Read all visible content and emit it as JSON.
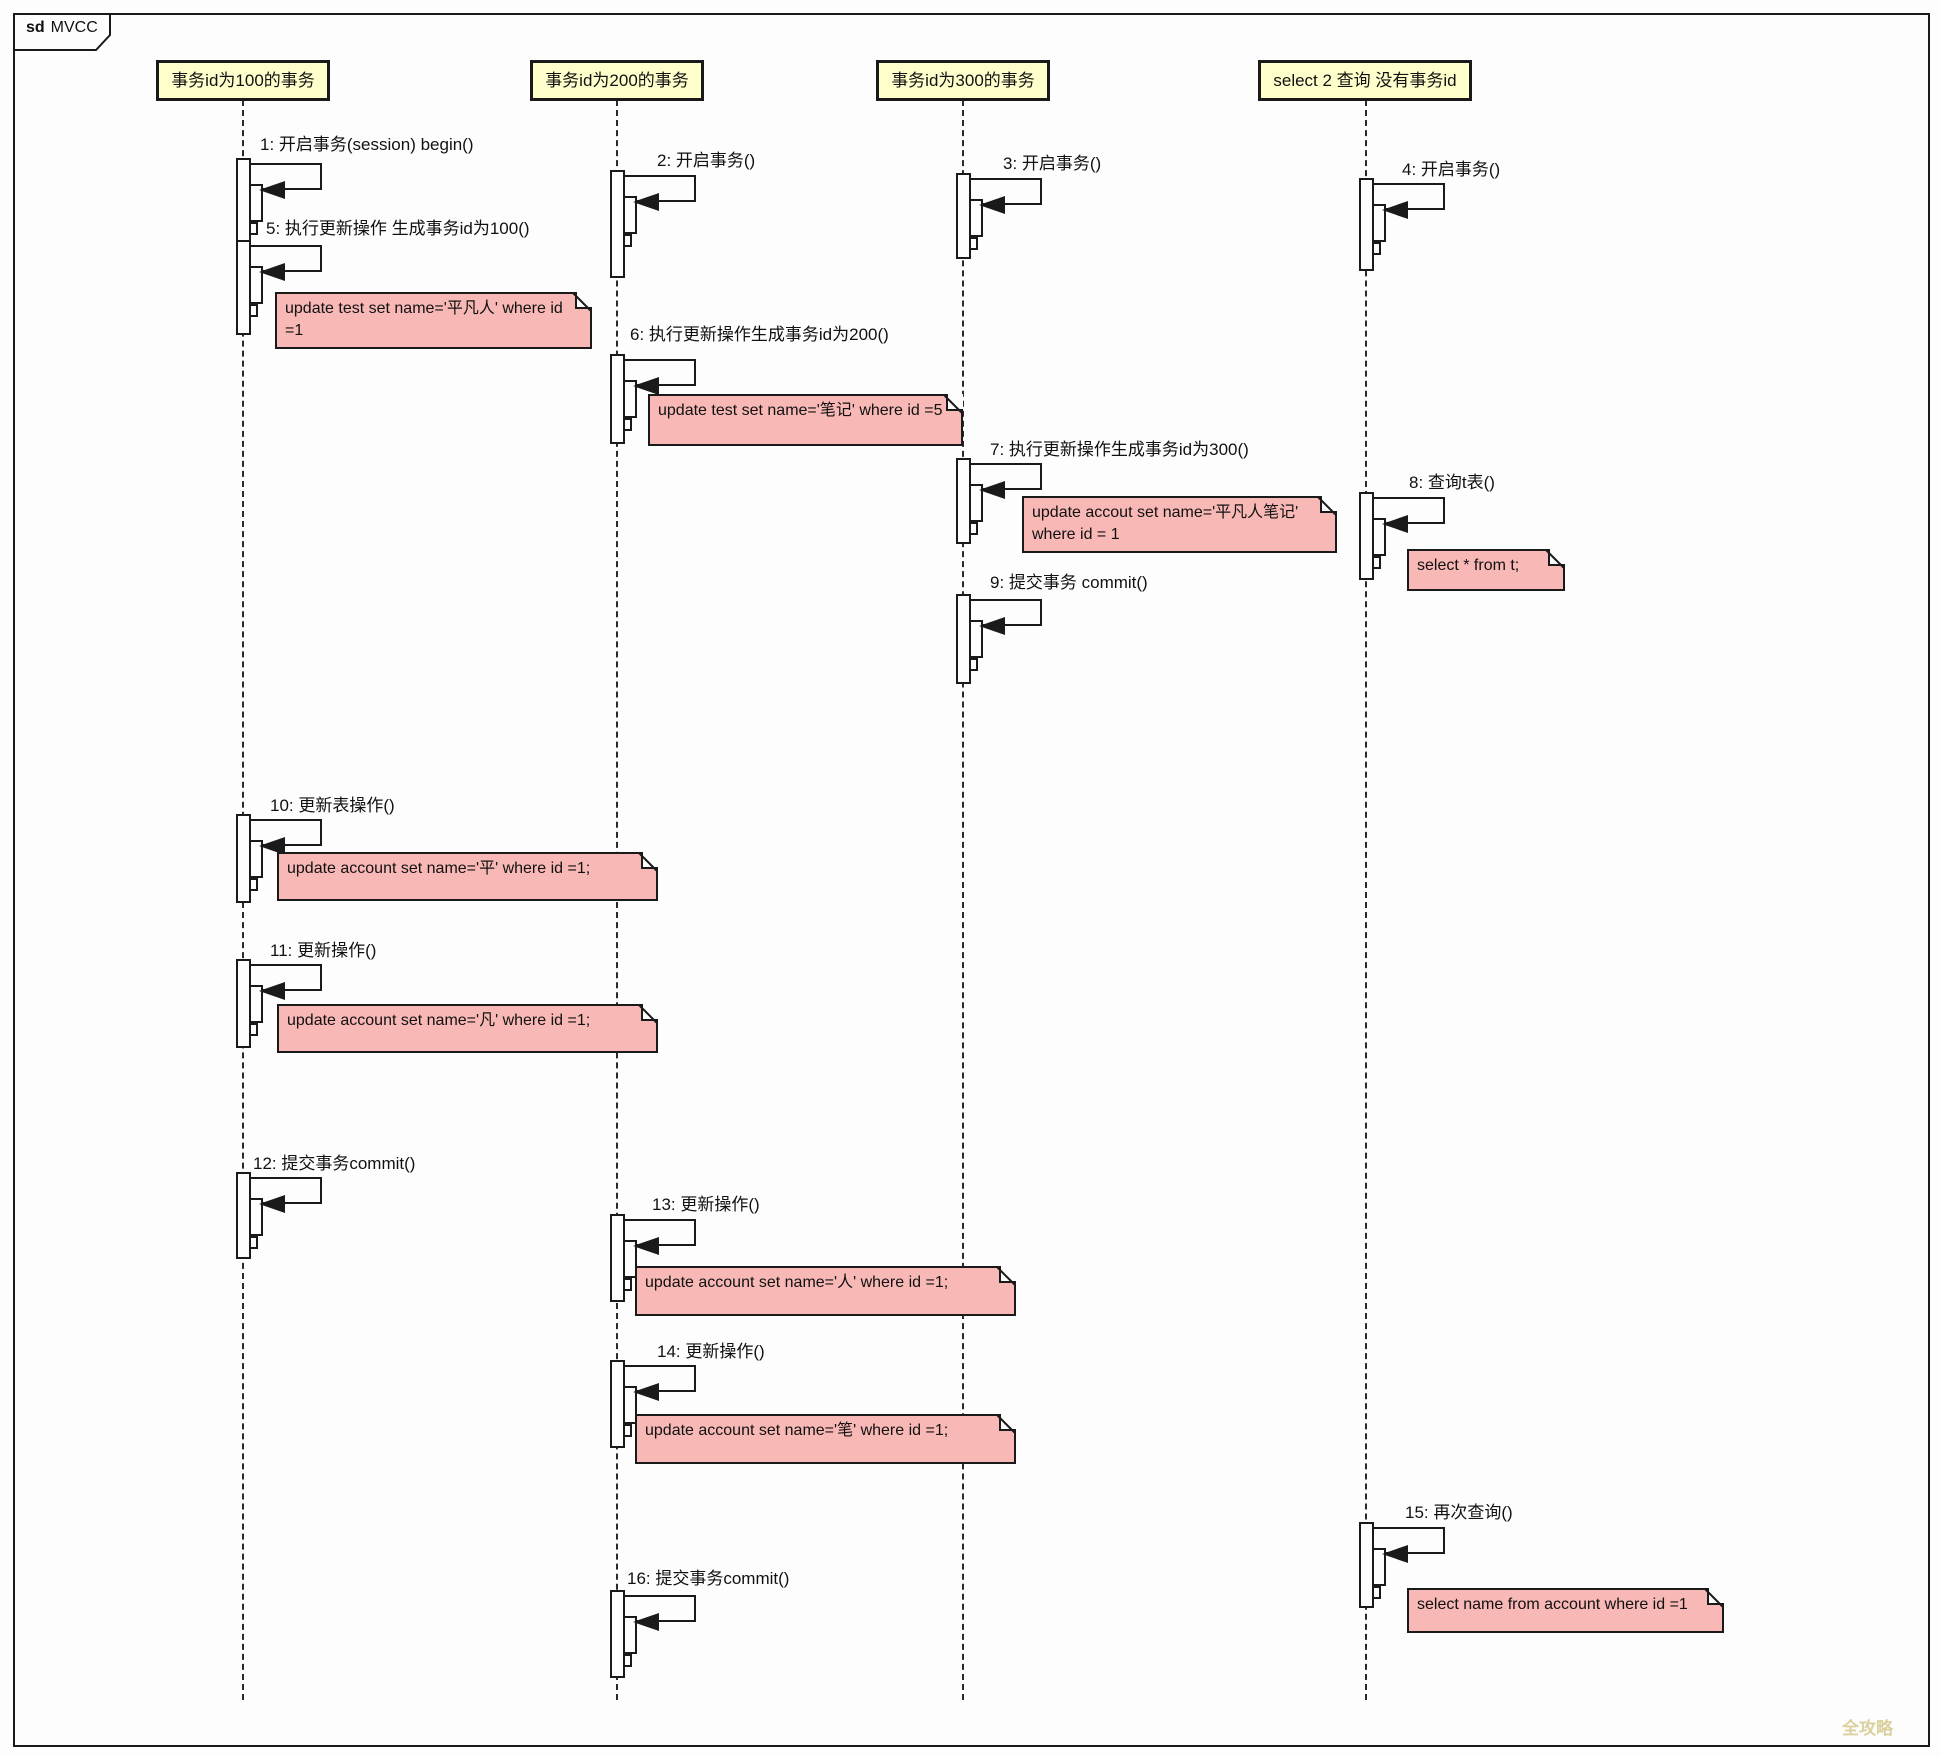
{
  "frame": {
    "keyword": "sd",
    "name": "MVCC"
  },
  "lifelines": [
    {
      "label": "事务id为100的事务"
    },
    {
      "label": "事务id为200的事务"
    },
    {
      "label": "事务id为300的事务"
    },
    {
      "label": "select 2 查询 没有事务id"
    }
  ],
  "messages": {
    "m1": "1: 开启事务(session) begin()",
    "m2": "2: 开启事务()",
    "m3": "3: 开启事务()",
    "m4": "4: 开启事务()",
    "m5": "5: 执行更新操作 生成事务id为100()",
    "m6": "6: 执行更新操作生成事务id为200()",
    "m7": "7: 执行更新操作生成事务id为300()",
    "m8": "8: 查询t表()",
    "m9": "9: 提交事务 commit()",
    "m10": "10: 更新表操作()",
    "m11": "11: 更新操作()",
    "m12": "12: 提交事务commit()",
    "m13": "13: 更新操作()",
    "m14": "14: 更新操作()",
    "m15": "15: 再次查询()",
    "m16": "16: 提交事务commit()"
  },
  "notes": {
    "note5": "update test set name='平凡人' where id =1",
    "note6": "update test set name='笔记' where id =5",
    "note7": "update accout set name='平凡人笔记' where id = 1",
    "note8": "select * from t;",
    "note10": "update account set name='平' where id =1;",
    "note11": "update account set name='凡' where id =1;",
    "note13": "update account set name='人' where id =1;",
    "note14": "update account set name='笔' where id =1;",
    "note15": "select name from account where id =1"
  },
  "watermark": "全攻略",
  "colors": {
    "lifeline_header_fill": "#ffffcc",
    "note_fill": "#f8b8b5",
    "line": "#1a1a1a",
    "background": "#fdfdfd",
    "watermark": "#d9d09c"
  }
}
